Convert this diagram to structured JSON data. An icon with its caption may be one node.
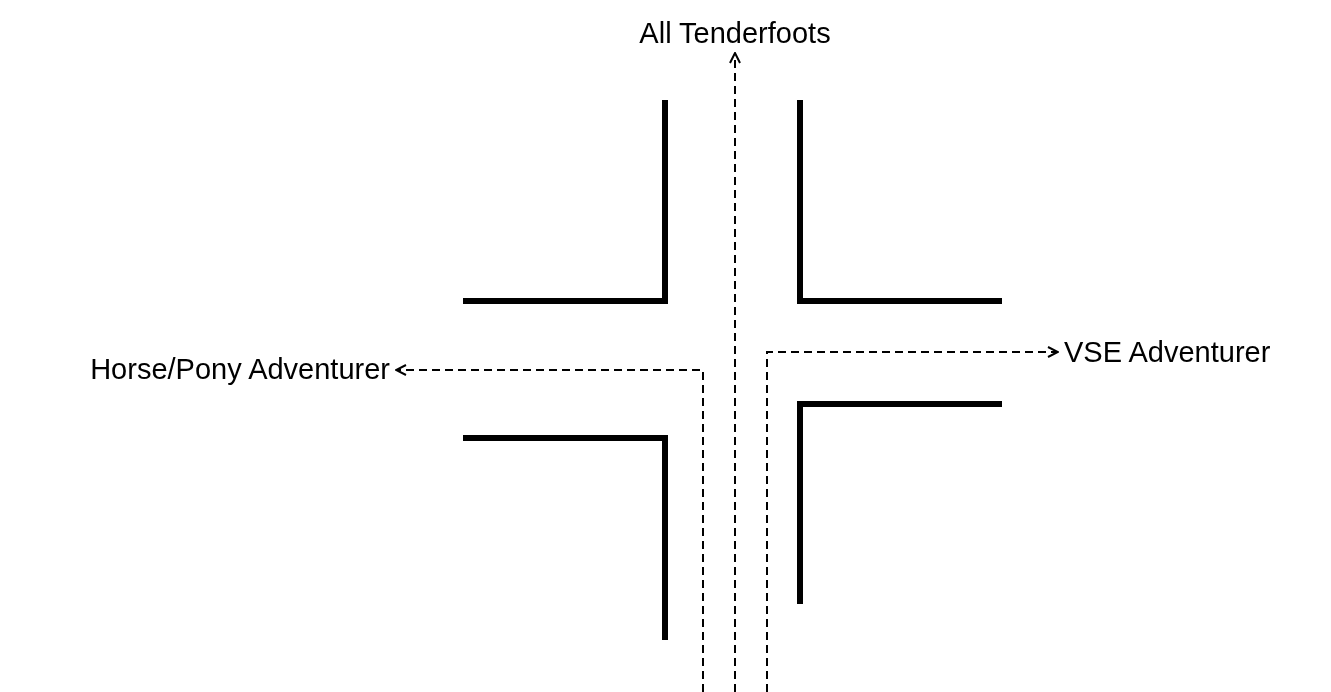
{
  "diagram": {
    "nodes": [
      {
        "text": [
          "All Tenderfoots"
        ]
      },
      {
        "text": [
          "Horse/Pony Adventurer"
        ]
      },
      {
        "text": [
          "VSE Adventurer"
        ]
      }
    ],
    "edges": [
      {
        "from": null,
        "to": 0,
        "arrow": "to",
        "style": "dashed"
      },
      {
        "from": null,
        "to": 1,
        "arrow": "to",
        "style": "dashed"
      },
      {
        "from": null,
        "to": 2,
        "arrow": "to",
        "style": "dashed"
      }
    ]
  }
}
